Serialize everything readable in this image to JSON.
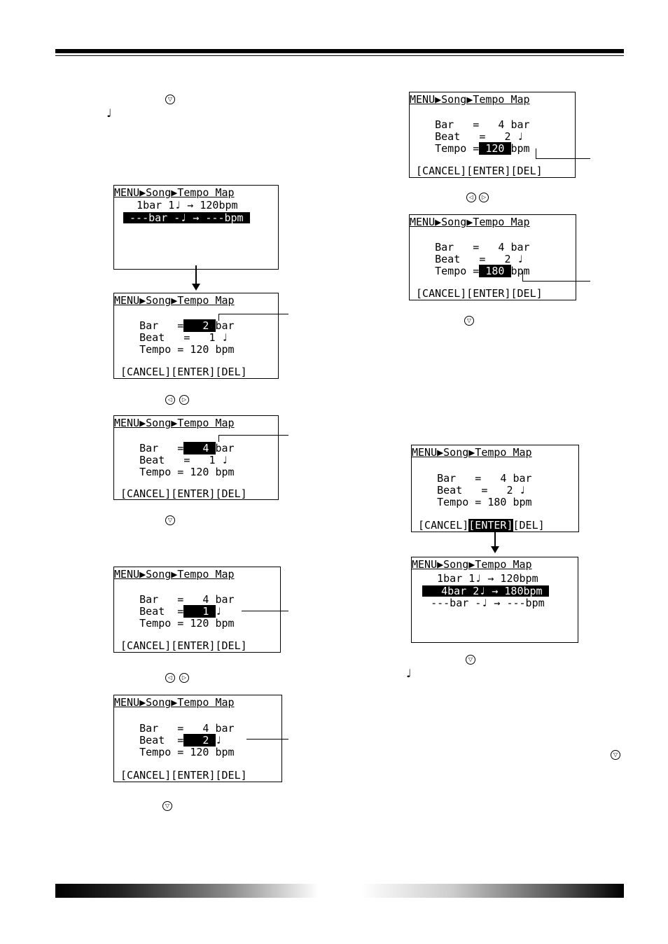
{
  "screens": {
    "s1": {
      "title": "MENU▶Song▶Tempo Map",
      "l1": "  1bar 1♩ → 120bpm",
      "l2": " ---bar -♩ → ---bpm "
    },
    "s2": {
      "title": "MENU▶Song▶Tempo Map",
      "bar_a": "    Bar   =",
      "bar_val": "   2 ",
      "bar_b": "bar",
      "beat": "    Beat   =   1 ♩",
      "tempo": "    Tempo = 120 bpm",
      "footer": " [CANCEL][ENTER][DEL]"
    },
    "s3": {
      "title": "MENU▶Song▶Tempo Map",
      "bar_a": "    Bar   =",
      "bar_val": "   4 ",
      "bar_b": "bar",
      "beat": "    Beat   =   1 ♩",
      "tempo": "    Tempo = 120 bpm",
      "footer": " [CANCEL][ENTER][DEL]"
    },
    "s4": {
      "title": "MENU▶Song▶Tempo Map",
      "bar": "    Bar   =   4 bar",
      "beat_a": "    Beat  =",
      "beat_val": "   1 ",
      "beat_b": "♩",
      "tempo": "    Tempo = 120 bpm",
      "footer": " [CANCEL][ENTER][DEL]"
    },
    "s5": {
      "title": "MENU▶Song▶Tempo Map",
      "bar": "    Bar   =   4 bar",
      "beat_a": "    Beat  =",
      "beat_val": "   2 ",
      "beat_b": "♩",
      "tempo": "    Tempo = 120 bpm",
      "footer": " [CANCEL][ENTER][DEL]"
    },
    "s6": {
      "title": "MENU▶Song▶Tempo Map",
      "bar": "    Bar   =   4 bar",
      "beat": "    Beat   =   2 ♩",
      "tempo_a": "    Tempo =",
      "tempo_val": " 120 ",
      "tempo_b": "bpm",
      "footer": " [CANCEL][ENTER][DEL]"
    },
    "s7": {
      "title": "MENU▶Song▶Tempo Map",
      "bar": "    Bar   =   4 bar",
      "beat": "    Beat   =   2 ♩",
      "tempo_a": "    Tempo =",
      "tempo_val": " 180 ",
      "tempo_b": "bpm",
      "footer": " [CANCEL][ENTER][DEL]"
    },
    "s8": {
      "title": "MENU▶Song▶Tempo Map",
      "bar": "    Bar   =   4 bar",
      "beat": "    Beat   =   2 ♩",
      "tempo": "    Tempo = 180 bpm",
      "footer_a": " [CANCEL]",
      "footer_val": "[ENTER]",
      "footer_b": "[DEL]"
    },
    "s9": {
      "title": "MENU▶Song▶Tempo Map",
      "l1": "    1bar 1♩ → 120bpm",
      "l2": "   4bar 2♩ → 180bpm ",
      "l3": "   ---bar -♩ → ---bpm"
    }
  },
  "icons": {
    "down_key": "▽",
    "left_key": "◁",
    "right_key": "▷",
    "quarter_note": "♩"
  }
}
